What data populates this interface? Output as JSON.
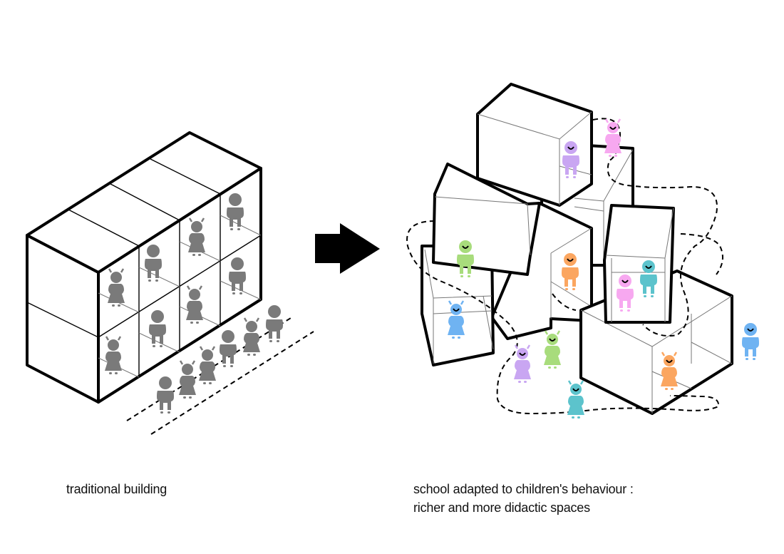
{
  "captions": {
    "left": "traditional building",
    "right_line1": "school adapted to children's behaviour :",
    "right_line2": "richer and more didactic spaces"
  },
  "colors": {
    "grey_child": "#7a7a7a",
    "purple": "#c9a6f2",
    "pink": "#f7a8f0",
    "green": "#a8dc7c",
    "orange": "#fba660",
    "teal": "#5cc3cc",
    "blue": "#6fb3f2",
    "outline": "#000000"
  },
  "icons": {
    "arrow": "right-arrow-icon",
    "boy": "boy-figure-icon",
    "girl": "girl-figure-icon"
  },
  "left_children": [
    {
      "type": "girl",
      "color": "grey_child"
    },
    {
      "type": "boy",
      "color": "grey_child"
    },
    {
      "type": "girl",
      "color": "grey_child"
    },
    {
      "type": "boy",
      "color": "grey_child"
    },
    {
      "type": "boy",
      "color": "grey_child"
    },
    {
      "type": "girl",
      "color": "grey_child"
    },
    {
      "type": "boy",
      "color": "grey_child"
    },
    {
      "type": "girl",
      "color": "grey_child"
    },
    {
      "type": "boy",
      "color": "grey_child"
    },
    {
      "type": "girl",
      "color": "grey_child"
    },
    {
      "type": "girl",
      "color": "grey_child"
    },
    {
      "type": "boy",
      "color": "grey_child"
    },
    {
      "type": "girl",
      "color": "grey_child"
    },
    {
      "type": "boy",
      "color": "grey_child"
    }
  ],
  "right_children": [
    {
      "type": "boy",
      "color": "purple"
    },
    {
      "type": "girl",
      "color": "pink"
    },
    {
      "type": "boy",
      "color": "green"
    },
    {
      "type": "boy",
      "color": "orange"
    },
    {
      "type": "boy",
      "color": "teal"
    },
    {
      "type": "boy",
      "color": "pink"
    },
    {
      "type": "girl",
      "color": "blue"
    },
    {
      "type": "girl",
      "color": "green"
    },
    {
      "type": "girl",
      "color": "purple"
    },
    {
      "type": "girl",
      "color": "teal"
    },
    {
      "type": "girl",
      "color": "orange"
    },
    {
      "type": "boy",
      "color": "blue"
    }
  ]
}
